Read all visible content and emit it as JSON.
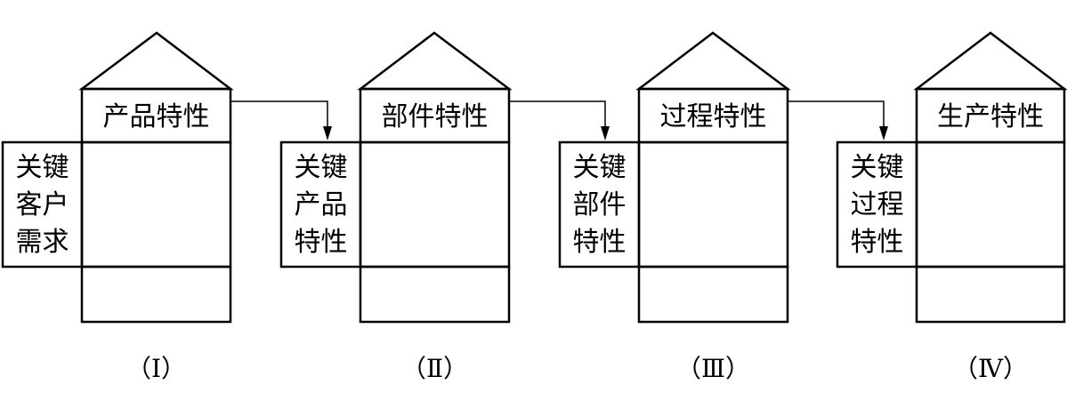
{
  "stages": [
    {
      "top_label": "产品特性",
      "side_lines": [
        "关键",
        "客户",
        "需求"
      ],
      "numeral": "（Ⅰ）"
    },
    {
      "top_label": "部件特性",
      "side_lines": [
        "关键",
        "产品",
        "特性"
      ],
      "numeral": "（Ⅱ）"
    },
    {
      "top_label": "过程特性",
      "side_lines": [
        "关键",
        "部件",
        "特性"
      ],
      "numeral": "（Ⅲ）"
    },
    {
      "top_label": "生产特性",
      "side_lines": [
        "关键",
        "过程",
        "特性"
      ],
      "numeral": "（Ⅳ）"
    }
  ]
}
